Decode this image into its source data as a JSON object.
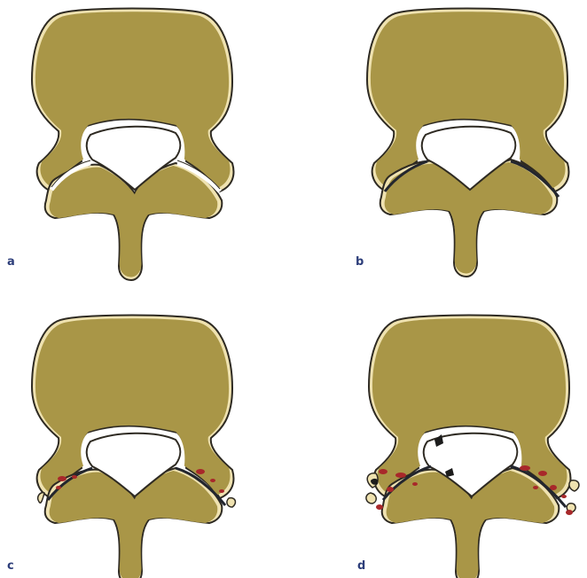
{
  "figure": {
    "panels": [
      {
        "label": "a"
      },
      {
        "label": "b"
      },
      {
        "label": "c"
      },
      {
        "label": "d"
      }
    ]
  },
  "colors": {
    "bone_fill": "#A99647",
    "cortex": "#EFE2B0",
    "outline": "#2E2A22",
    "joint_line": "#23262E",
    "inflammation": "#A8282A",
    "label": "#2D3E7A",
    "background": "#FFFFFF"
  }
}
